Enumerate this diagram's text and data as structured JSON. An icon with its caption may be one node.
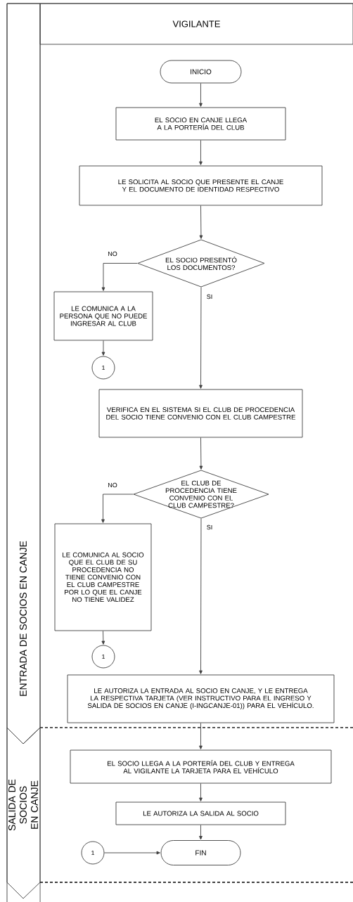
{
  "diagram": {
    "nodes": [
      {
        "text": [
          "VIGILANTE"
        ]
      },
      {
        "text": [
          "ENTRADA DE SOCIOS EN CANJE"
        ]
      },
      {
        "text": [
          "SALIDA DE SOCIOS EN CANJE"
        ]
      },
      {
        "text": [
          "INICIO"
        ]
      },
      {
        "text": [
          "EL SOCIO EN CANJE LLEGA A LA PORTERÍA DEL CLUB"
        ]
      },
      {
        "text": [
          "LE SOLICITA AL SOCIO QUE PRESENTE EL CANJE Y EL DOCUMENTO DE IDENTIDAD RESPECTIVO"
        ]
      },
      {
        "text": [
          "EL SOCIO PRESENTÓ LOS DOCUMENTOS?"
        ]
      },
      {
        "text": [
          "LE COMUNICA A LA PERSONA QUE NO PUEDE INGRESAR AL CLUB"
        ]
      },
      {
        "text": [
          "1"
        ]
      },
      {
        "text": [
          "VERIFICA  EN EL SISTEMA SI EL CLUB DE PROCEDENCIA DEL SOCIO TIENE CONVENIO CON EL CLUB CAMPESTRE"
        ]
      },
      {
        "text": [
          "EL CLUB DE PROCEDENCIA TIENE CONVENIO CON EL CLUB CAMPESTRE?"
        ]
      },
      {
        "text": [
          "LE COMUNICA AL SOCIO QUE EL CLUB DE SU PROCEDENCIA NO TIENE CONVENIO CON EL CLUB CAMPESTRE POR LO QUE EL CANJE NO TIENE VALIDEZ"
        ]
      },
      {
        "text": [
          "1"
        ]
      },
      {
        "text": [
          "LE AUTORIZA LA ENTRADA AL SOCIO EN CANJE, Y LE ENTREGA LA RESPECTIVA TARJETA (VER INSTRUCTIVO PARA EL INGRESO Y SALIDA DE SOCIOS EN CANJE (I-INGCANJE-01)) PARA EL VEHÍCULO."
        ]
      },
      {
        "text": [
          "EL SOCIO LLEGA A LA PORTERÍA DEL CLUB Y ENTREGA AL VIGILANTE LA TARJETA PARA EL VEHÍCULO"
        ]
      },
      {
        "text": [
          "LE AUTORIZA LA SALIDA AL SOCIO"
        ]
      },
      {
        "text": [
          "1"
        ]
      },
      {
        "text": [
          "FIN"
        ]
      }
    ],
    "edges": [
      {
        "from": 3,
        "to": 4,
        "arrow": "to"
      },
      {
        "from": 4,
        "to": 5,
        "arrow": "to"
      },
      {
        "from": 5,
        "to": 6,
        "arrow": "to"
      },
      {
        "from": 6,
        "to": 7,
        "arrow": "to",
        "label": "NO"
      },
      {
        "from": 7,
        "to": 8,
        "arrow": "to"
      },
      {
        "from": 6,
        "to": 9,
        "arrow": "to",
        "label": "SI"
      },
      {
        "from": 9,
        "to": 10,
        "arrow": "to"
      },
      {
        "from": 10,
        "to": 11,
        "arrow": "to",
        "label": "NO"
      },
      {
        "from": 11,
        "to": 12,
        "arrow": "to"
      },
      {
        "from": 10,
        "to": 13,
        "arrow": "to",
        "label": "SI"
      },
      {
        "from": 13,
        "to": 14,
        "arrow": "to"
      },
      {
        "from": 14,
        "to": 15,
        "arrow": "to"
      },
      {
        "from": 15,
        "to": 17,
        "arrow": "to"
      },
      {
        "from": 16,
        "to": 17,
        "arrow": "to"
      }
    ]
  }
}
